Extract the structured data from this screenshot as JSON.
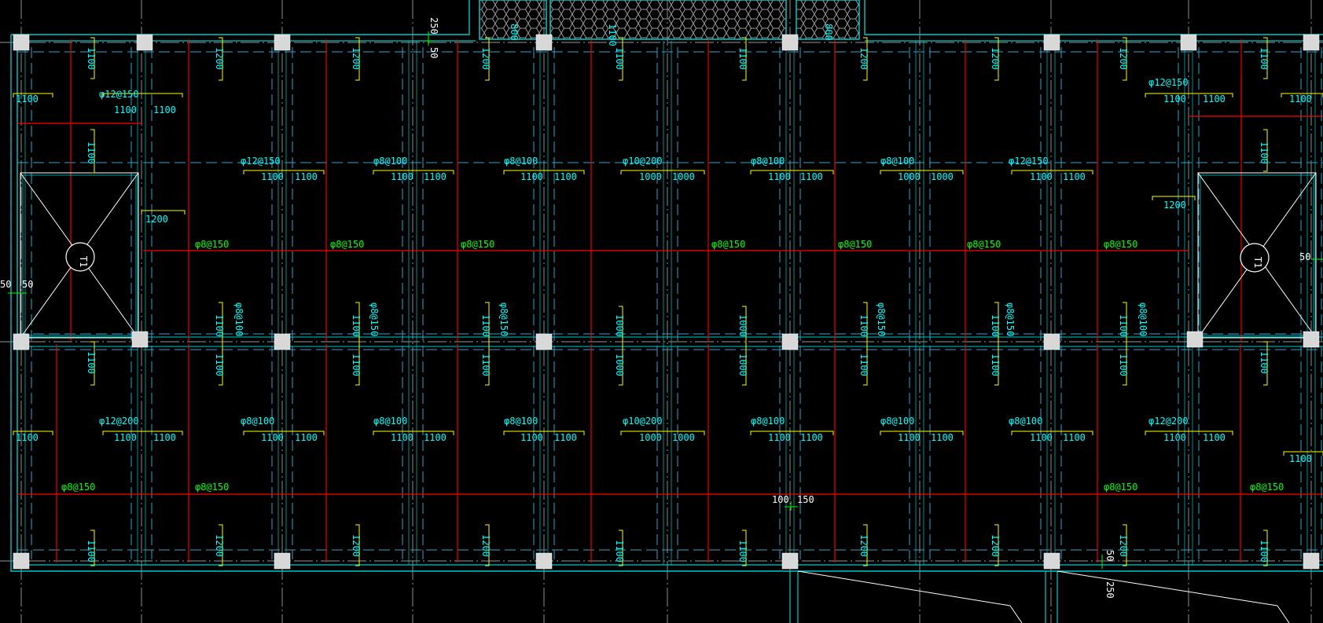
{
  "colors": {
    "background": "#000000",
    "wall": "#00c8c8",
    "axis": "#c8c8c8",
    "beam_dash": "#2fa3c9",
    "rebar": "#ff0000",
    "dimension": "#ffff00",
    "text_cyan": "#00ffff",
    "text_green": "#00ff00",
    "column": "#d8d8d8",
    "hatch": "#9a9a9a"
  },
  "stair_label": "T1",
  "top_rebar_labels": [
    "φ12@150",
    "φ12@150",
    "φ8@100",
    "φ8@100",
    "φ10@200",
    "φ8@100",
    "φ8@100",
    "φ12@150",
    "φ12@150"
  ],
  "mid_rebar_labels": [
    "φ8@150",
    "φ8@150",
    "φ8@150",
    "φ8@150",
    "φ8@150",
    "φ8@150",
    "φ8@150"
  ],
  "bottom_rebar_labels": [
    "φ12@200",
    "φ8@100",
    "φ8@100",
    "φ8@100",
    "φ10@200",
    "φ8@100",
    "φ8@100",
    "φ8@100",
    "φ12@200"
  ],
  "bottom_line_labels": [
    "φ8@150",
    "φ8@150",
    "φ8@150",
    "φ8@150"
  ],
  "vertical_rebar_labels": [
    "φ8@100",
    "φ8@150",
    "φ8@150",
    "φ8@150",
    "φ8@150",
    "φ8@100"
  ],
  "dimension_values": [
    "1100",
    "1200",
    "1000",
    "1100",
    "1100",
    "1100",
    "1000",
    "1100",
    "1100",
    "1100",
    "1200"
  ],
  "misc_dimension_labels": [
    "250",
    "50",
    "50",
    "50",
    "50",
    "100",
    "150",
    "50",
    "250",
    "800",
    "800",
    "1100"
  ]
}
